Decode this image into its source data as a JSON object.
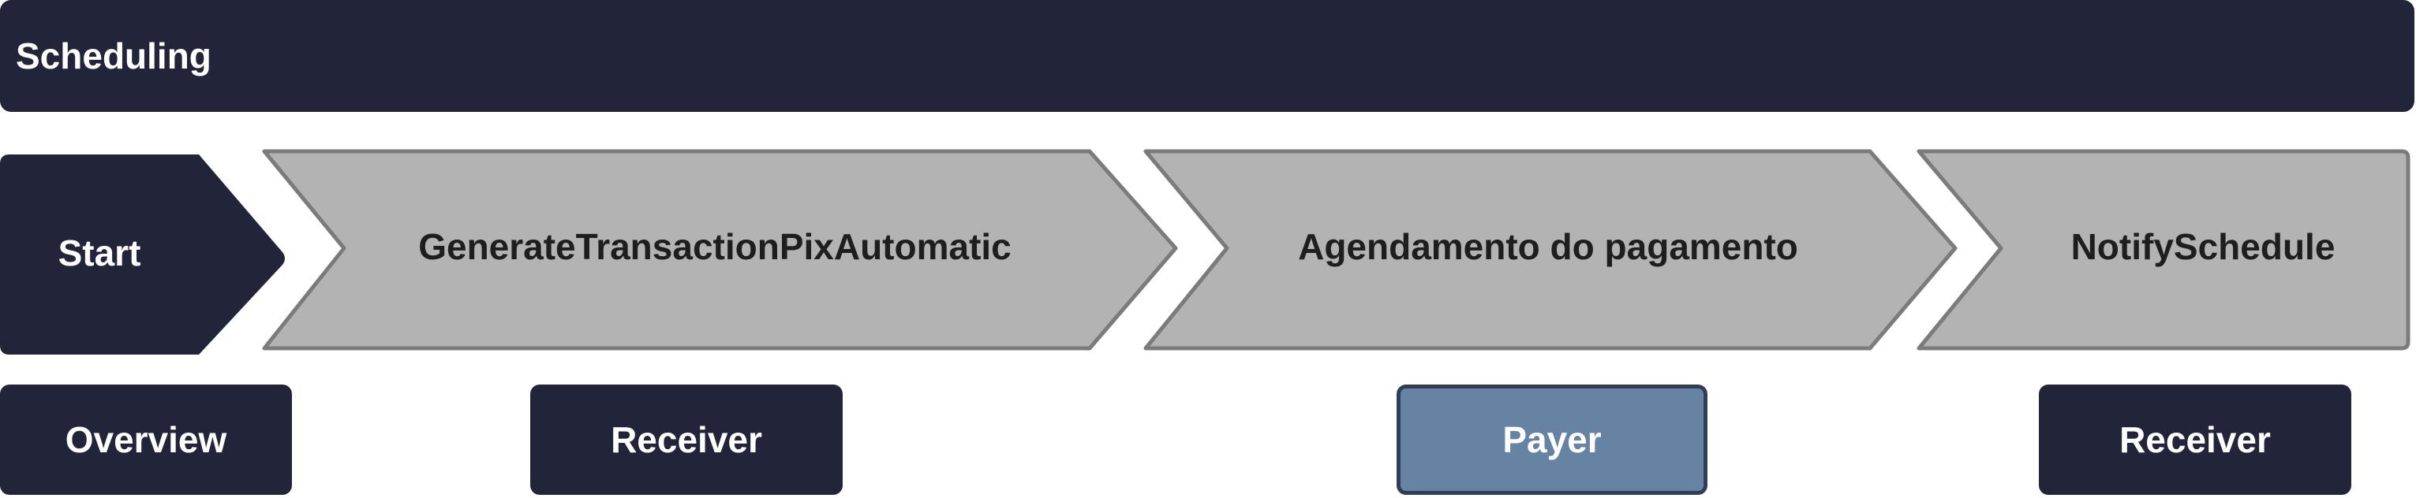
{
  "header": {
    "title": "Scheduling"
  },
  "steps": [
    {
      "label": "Start"
    },
    {
      "label": "GenerateTransactionPixAutomatic"
    },
    {
      "label": "Agendamento do pagamento"
    },
    {
      "label": "NotifySchedule"
    }
  ],
  "lanes": [
    {
      "label": "Overview"
    },
    {
      "label": "Receiver"
    },
    {
      "label": "Payer",
      "active": true
    },
    {
      "label": "Receiver"
    }
  ],
  "colors": {
    "dark": "#22253a",
    "step_fill": "#b3b3b3",
    "step_border": "#7b7b7b",
    "active_lane": "#6783a4",
    "text_light": "#ffffff",
    "text_dark": "#1e1e1e"
  }
}
